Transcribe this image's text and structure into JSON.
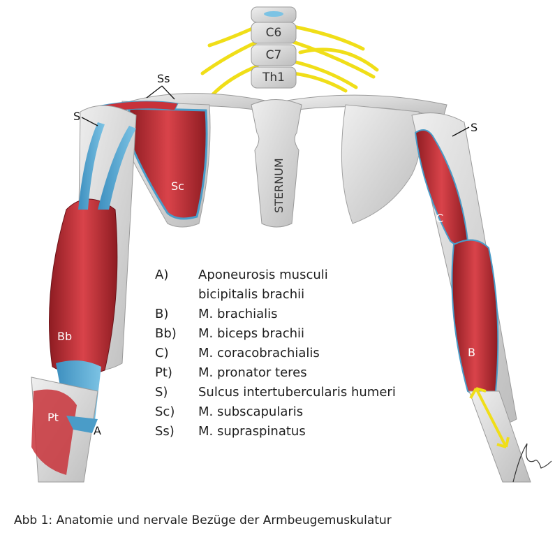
{
  "vertebrae": [
    "C6",
    "C7",
    "Th1"
  ],
  "sternum_label": "STERNUM",
  "figure_labels": {
    "ss": "Ss",
    "s_left": "S",
    "s_right": "S",
    "sc": "Sc",
    "bb": "Bb",
    "pt": "Pt",
    "a": "A",
    "c": "C",
    "b": "B"
  },
  "legend": [
    {
      "key": "A)",
      "text": "Aponeurosis musculi"
    },
    {
      "key": "",
      "text": "bicipitalis brachii"
    },
    {
      "key": "B)",
      "text": "M. brachialis"
    },
    {
      "key": "Bb)",
      "text": "M. biceps brachii"
    },
    {
      "key": "C)",
      "text": "M. coracobrachialis"
    },
    {
      "key": "Pt)",
      "text": "M. pronator teres"
    },
    {
      "key": "S)",
      "text": "Sulcus intertubercularis humeri"
    },
    {
      "key": "Sc)",
      "text": "M. subscapularis"
    },
    {
      "key": "Ss)",
      "text": "M. supraspinatus"
    }
  ],
  "caption": "Abb 1: Anatomie und nervale Bezüge der Armbeugemuskulatur",
  "colors": {
    "muscle": "#c8323a",
    "tendon": "#4a9cc8",
    "bone": "#d8d8d8",
    "nerve": "#f2e21a"
  }
}
